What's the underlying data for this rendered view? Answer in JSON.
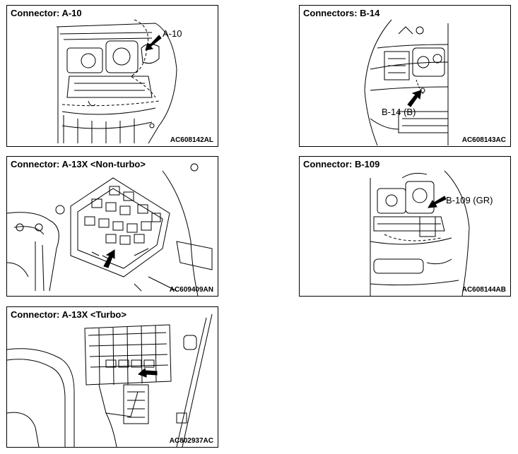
{
  "panels": [
    {
      "title": "Connector: A-10",
      "callout": "A-10",
      "code": "AC608142AL"
    },
    {
      "title": "Connectors: B-14",
      "callout": "B-14 (B)",
      "code": "AC608143AC"
    },
    {
      "title": "Connector: A-13X <Non-turbo>",
      "callout": "",
      "code": "AC609409AN"
    },
    {
      "title": "Connector: B-109",
      "callout": "B-109 (GR)",
      "code": "AC608144AB"
    },
    {
      "title": "Connector: A-13X <Turbo>",
      "callout": "",
      "code": "AC802937AC"
    }
  ],
  "icons": [
    "arrow-icon",
    "engine-bay-illustration",
    "fuse-box-illustration"
  ]
}
